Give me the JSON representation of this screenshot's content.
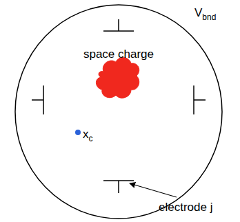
{
  "diagram": {
    "labels": [
      "space charge",
      "V",
      "bnd",
      "x",
      "c",
      "electrode j"
    ]
  }
}
